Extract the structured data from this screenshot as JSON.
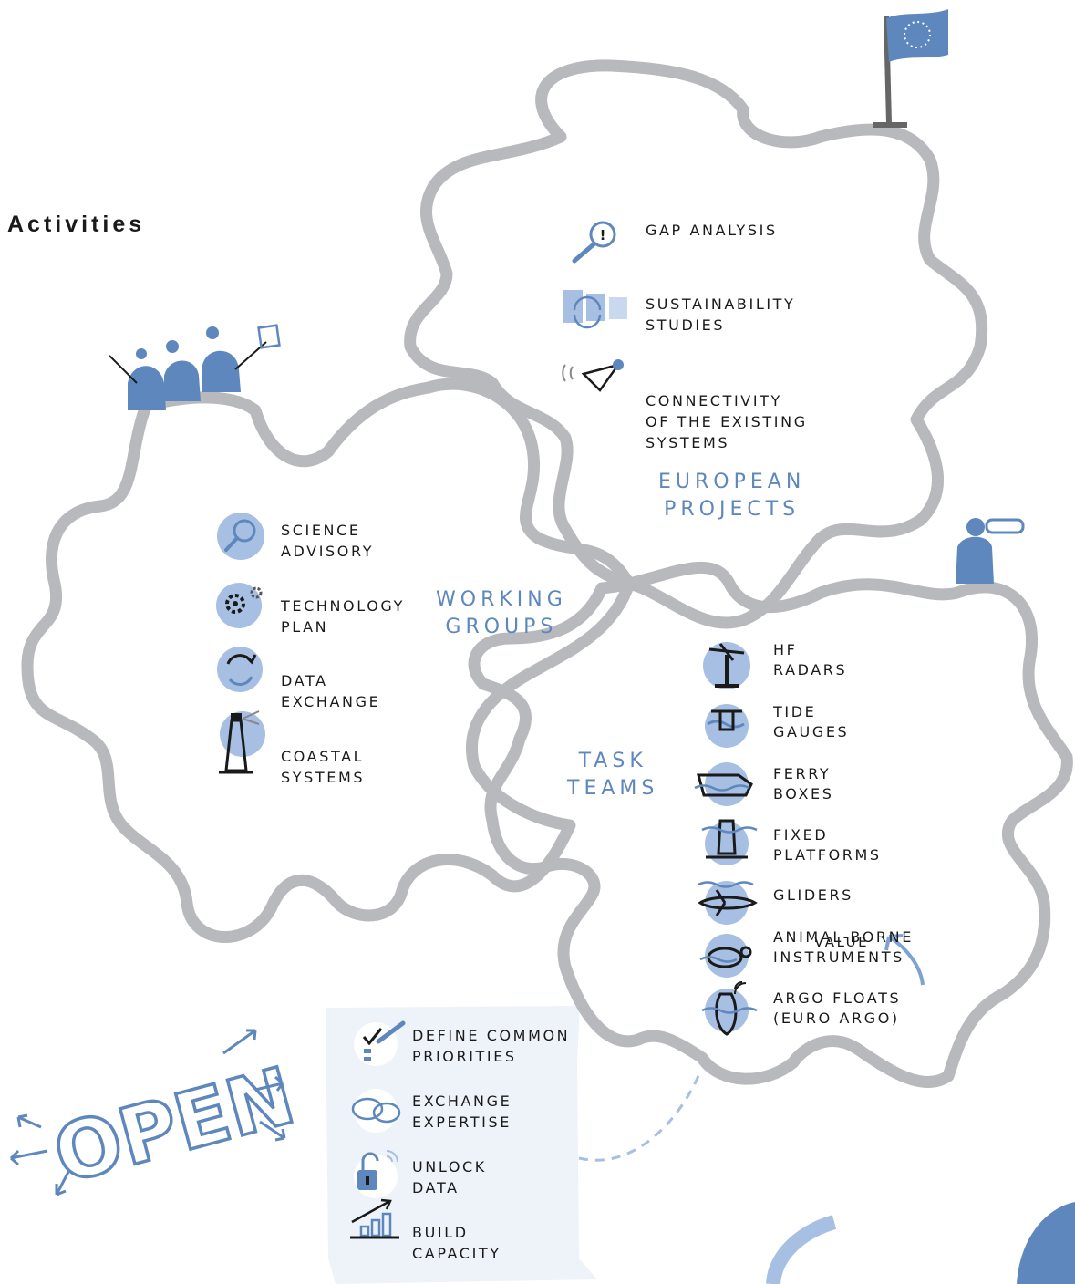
{
  "title": "Activities",
  "european_projects": {
    "heading": [
      "EUROPEAN",
      "PROJECTS"
    ],
    "items": [
      {
        "icon": "magnifier-alert-icon",
        "lines": [
          "GAP ANALYSIS"
        ]
      },
      {
        "icon": "cycle-icon",
        "lines": [
          "SUSTAINABILITY",
          "STUDIES"
        ]
      },
      {
        "icon": "network-signal-icon",
        "lines": [
          "CONNECTIVITY",
          "OF THE EXISTING",
          "SYSTEMS"
        ]
      }
    ]
  },
  "working_groups": {
    "heading": [
      "WORKING",
      "GROUPS"
    ],
    "items": [
      {
        "icon": "magnifier-icon",
        "lines": [
          "SCIENCE",
          "ADVISORY"
        ]
      },
      {
        "icon": "gears-icon",
        "lines": [
          "TECHNOLOGY",
          "PLAN"
        ]
      },
      {
        "icon": "exchange-arrows-icon",
        "lines": [
          "DATA",
          "EXCHANGE"
        ]
      },
      {
        "icon": "lighthouse-icon",
        "lines": [
          "COASTAL",
          "SYSTEMS"
        ]
      }
    ]
  },
  "task_teams": {
    "heading": [
      "TASK",
      "TEAMS"
    ],
    "items": [
      {
        "icon": "hf-radar-icon",
        "lines": [
          "HF",
          "RADARS"
        ]
      },
      {
        "icon": "tide-gauge-icon",
        "lines": [
          "TIDE",
          "GAUGES"
        ]
      },
      {
        "icon": "ferry-icon",
        "lines": [
          "FERRY",
          "BOXES"
        ]
      },
      {
        "icon": "fixed-platform-icon",
        "lines": [
          "FIXED",
          "PLATFORMS"
        ]
      },
      {
        "icon": "glider-icon",
        "lines": [
          "GLIDERS"
        ]
      },
      {
        "icon": "turtle-icon",
        "lines": [
          "ANIMAL-BORNE",
          "INSTRUMENTS"
        ]
      },
      {
        "icon": "argo-float-icon",
        "lines": [
          "ARGO FLOATS",
          "(EURO ARGO)"
        ]
      }
    ]
  },
  "open_panel": {
    "items": [
      {
        "icon": "checklist-icon",
        "lines": [
          "DEFINE COMMON",
          "PRIORITIES"
        ]
      },
      {
        "icon": "speech-bubbles-icon",
        "lines": [
          "EXCHANGE",
          "EXPERTISE"
        ]
      },
      {
        "icon": "unlocked-padlock-icon",
        "lines": [
          "UNLOCK",
          "DATA"
        ]
      },
      {
        "icon": "growth-chart-icon",
        "lines": [
          "BUILD",
          "CAPACITY"
        ]
      }
    ]
  },
  "open_word": "OPEN",
  "value_label": "VALUE",
  "colors": {
    "gear": "#b8b9bc",
    "accent": "#5e88bd",
    "accent_light": "#a7bfe2",
    "panel": "#eef2f9",
    "ink": "#1a1a1a"
  }
}
